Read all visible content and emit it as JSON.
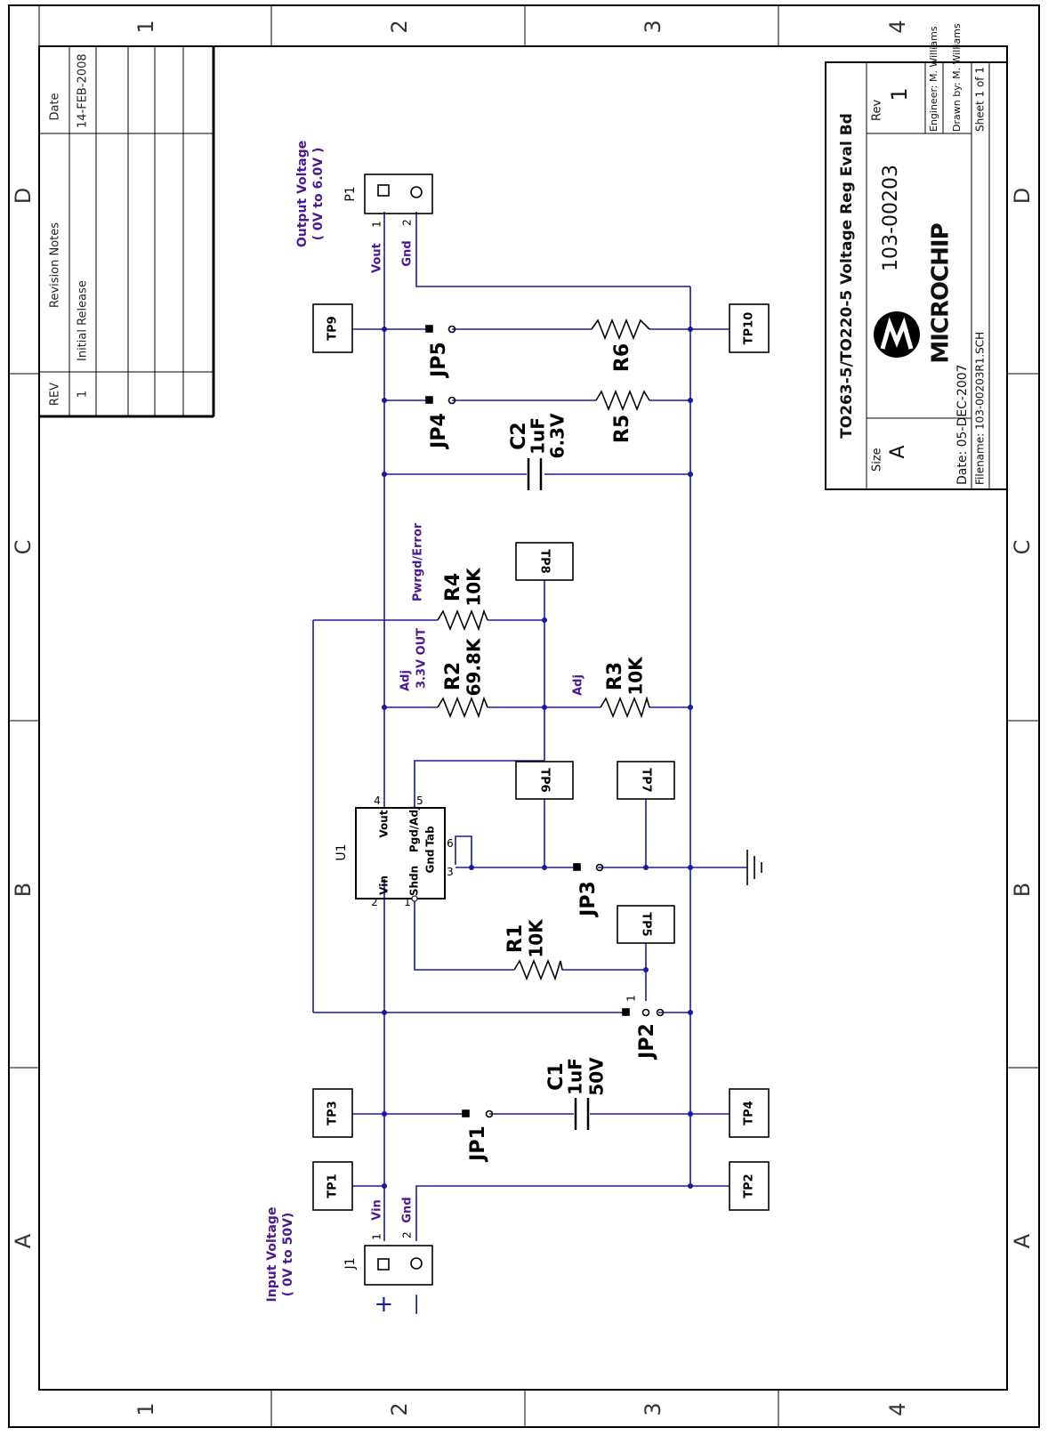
{
  "border": {
    "columns": [
      "1",
      "2",
      "3",
      "4"
    ],
    "rows": [
      "D",
      "C",
      "B",
      "A"
    ]
  },
  "revision_table": {
    "headers": [
      "REV",
      "Revision Notes",
      "Date"
    ],
    "rows": [
      [
        "1",
        "Initial Release",
        "14-FEB-2008"
      ]
    ]
  },
  "title_block": {
    "title": "TO263-5/TO220-5 Voltage Reg Eval Bd",
    "size_label": "Size",
    "size": "A",
    "doc_number": "103-00203",
    "rev_label": "Rev",
    "rev": "1",
    "logo": "MICROCHIP",
    "date": "Date: 05-DEC-2007",
    "filename": "Filename: 103-00203R1.SCH",
    "engineer": "Engineer: M. Williams",
    "drawn_by": "Drawn by: M. Williams",
    "sheet": "Sheet 1 of 1"
  },
  "connectors": {
    "p1": {
      "ref": "P1",
      "pin1": "1",
      "pin2": "2",
      "label": "Output Voltage",
      "range": "( 0V to 6.0V )"
    },
    "j1": {
      "ref": "J1",
      "pin1": "1",
      "pin2": "2",
      "label": "Input Voltage",
      "range": "( 0V to 50V)",
      "plus": "+",
      "minus": "—"
    }
  },
  "nets": {
    "vout": "Vout",
    "vin": "Vin",
    "gnd_out": "Gnd",
    "gnd_in": "Gnd",
    "pwrgd": "Pwrgd/Error",
    "adj1": "Adj",
    "adj_out": "3.3V OUT",
    "adj2": "Adj"
  },
  "test_points": {
    "tp1": "TP1",
    "tp2": "TP2",
    "tp3": "TP3",
    "tp4": "TP4",
    "tp5": "TP5",
    "tp6": "TP6",
    "tp7": "TP7",
    "tp8": "TP8",
    "tp9": "TP9",
    "tp10": "TP10"
  },
  "components": {
    "r1": {
      "ref": "R1",
      "value": "10K"
    },
    "r2": {
      "ref": "R2",
      "value": "69.8K"
    },
    "r3": {
      "ref": "R3",
      "value": "10K"
    },
    "r4": {
      "ref": "R4",
      "value": "10K"
    },
    "r5": {
      "ref": "R5"
    },
    "r6": {
      "ref": "R6"
    },
    "c1": {
      "ref": "C1",
      "value": "1uF",
      "voltage": "50V"
    },
    "c2": {
      "ref": "C2",
      "value": "1uF",
      "voltage": "6.3V"
    },
    "jp1": "JP1",
    "jp2": "JP2",
    "jp2_pin": "1",
    "jp3": "JP3",
    "jp4": "JP4",
    "jp5": "JP5"
  },
  "u1": {
    "ref": "U1",
    "pins": {
      "vin": "Vin",
      "shdn": "Shdn",
      "gnd": "Gnd",
      "vout": "Vout",
      "pgd": "Pgd/Adj",
      "tab": "Tab"
    },
    "pin_numbers": {
      "p1": "1",
      "p2": "2",
      "p3": "3",
      "p4": "4",
      "p5": "5",
      "p6": "6"
    }
  }
}
